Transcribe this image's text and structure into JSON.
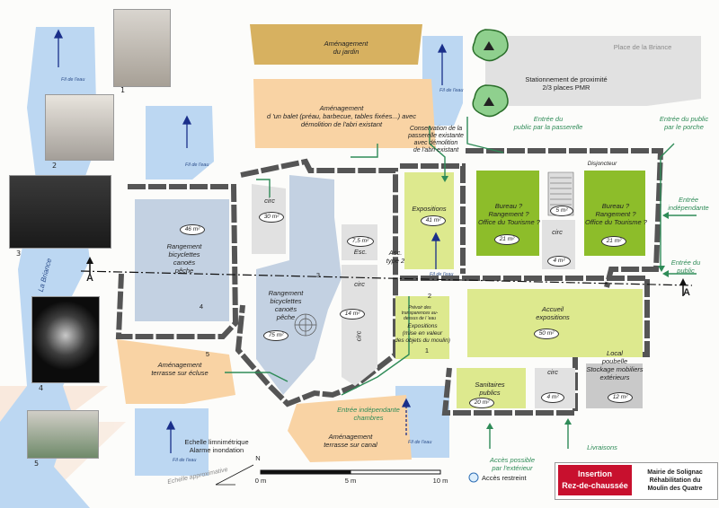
{
  "colors": {
    "water": "#bcd7f2",
    "orange": "#f9d3a4",
    "ochre": "#d7b160",
    "blue_grey": "#c3d1e2",
    "light_green": "#dde98e",
    "green": "#8dbd2a",
    "light_grey": "#e1e1e1",
    "mid_grey": "#c9c9c9",
    "wall": "#555555",
    "trees": "#8fd08e",
    "accent_red": "#c8102e",
    "route_green": "#2e8b57"
  },
  "photos": [
    {
      "number": "1"
    },
    {
      "number": "2"
    },
    {
      "number": "3"
    },
    {
      "number": "4"
    },
    {
      "number": "5"
    }
  ],
  "rivers": {
    "name": "La Briance",
    "flow_label": "Fil de l'eau",
    "ladder": "Echelle approximative"
  },
  "zones": {
    "jardin": "Aménagement\ndu jardin",
    "balet": "Aménagement\nd 'un balet (préau, barbecue, tables fixées...) avec\ndémolition de l'abri existant",
    "velo_left": "Rangement\nbicyclettes\ncanoës\npêche",
    "velo_right": "Rangement\nbicyclettes\ncanoës\npêche",
    "ecluse": "Aménagement\nterrasse sur écluse",
    "canal": "Aménagement\nterrasse sur canal",
    "expo_top": "Expositions",
    "expo_bottom": "Expositions\n(mise en valeur\ndes objets du moulin)",
    "prevoir": "Prévoir des\ntransparences au-\ndessus de l 'eau",
    "bureau1": "Bureau ?\nRangement ?\nOffice du Tourisme ?",
    "bureau2": "Bureau ?\nRangement ?\nOffice du Tourisme ?",
    "accueil": "Accueil\nexpositions",
    "sanitaires": "Sanitaires\npublics",
    "local": "Local\npoubelle\nStockage mobiliers\nextérieurs",
    "circ": "circ",
    "esc": "Esc.",
    "asc": "Asc.\ntype 2",
    "disjoncteur": "Disjoncteur",
    "conservation": "Conservation de la\npasserelle existante\navec démolition\nde l'abri existant",
    "stationnement": "Stationnement de proximité\n2/3 places PMR",
    "place": "Place de la Briance",
    "echelle_limni": "Echelle limnimétrique\nAlarme inondation"
  },
  "areas": {
    "velo_left": "46 m²",
    "circ_top": "30 m²",
    "esc": "7,5 m²",
    "velo_right": "75 m²",
    "circ_mid": "14 m²",
    "expo_top": "41 m²",
    "bureau1": "21 m²",
    "bureau2": "21 m²",
    "circ_small": "5 m²",
    "circ_small2": "4 m²",
    "accueil": "50 m²",
    "sanitaires": "20 m²",
    "circ_small3": "4 m²",
    "local": "12 m²"
  },
  "access": {
    "entree_passerelle": "Entrée du\npublic par la passerelle",
    "entree_porche": "Entrée du public\npar le porche",
    "entree_independante": "Entrée\nindépendante",
    "entree_public": "Entrée du\npublic",
    "entree_chambres": "Entrée indépendante\nchambres",
    "acces_possible": "Accès possible\npar l'extérieur",
    "livraisons": "Livraisons"
  },
  "section_marker": "A",
  "view_marks": [
    "1",
    "2",
    "3",
    "4",
    "5"
  ],
  "scale": {
    "labels": [
      "0 m",
      "5 m",
      "10 m"
    ]
  },
  "north": "N",
  "legend": {
    "restricted": "Accès restreint",
    "insertion": "Insertion\nRez-de-chaussée",
    "mairie": "Mairie de Solignac\nRéhabilitation du\nMoulin des Quatre"
  }
}
